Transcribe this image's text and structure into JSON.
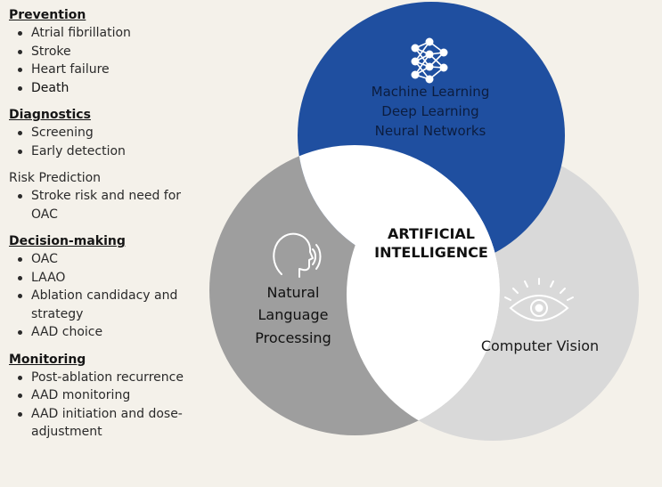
{
  "sidebar": {
    "sections": [
      {
        "heading": "Prevention",
        "items": [
          "Atrial fibrillation",
          "Stroke",
          "Heart failure",
          "Death"
        ]
      },
      {
        "heading": "Diagnostics",
        "items": [
          "Screening",
          "Early detection"
        ]
      },
      {
        "heading": "Risk Prediction",
        "items": [
          "Stroke risk and need for OAC"
        ]
      },
      {
        "heading": "Decision-making",
        "items": [
          "OAC",
          "LAAO",
          "Ablation candidacy and strategy",
          "AAD choice"
        ]
      },
      {
        "heading": "Monitoring",
        "items": [
          "Post-ablation recurrence",
          "AAD monitoring",
          "AAD initiation and dose-adjustment"
        ]
      }
    ]
  },
  "venn": {
    "center_line1": "ARTIFICIAL",
    "center_line2": "INTELLIGENCE",
    "top": {
      "line1": "Machine Learning",
      "line2": "Deep Learning",
      "line3": "Neural Networks",
      "icon": "neural-network-icon",
      "color": "#1f4fa0"
    },
    "left": {
      "line1": "Natural",
      "line2": "Language",
      "line3": "Processing",
      "icon": "speaking-head-icon",
      "color": "#9e9e9e"
    },
    "right": {
      "line1": "Computer Vision",
      "icon": "eye-icon",
      "color": "#d9d9d9"
    }
  }
}
